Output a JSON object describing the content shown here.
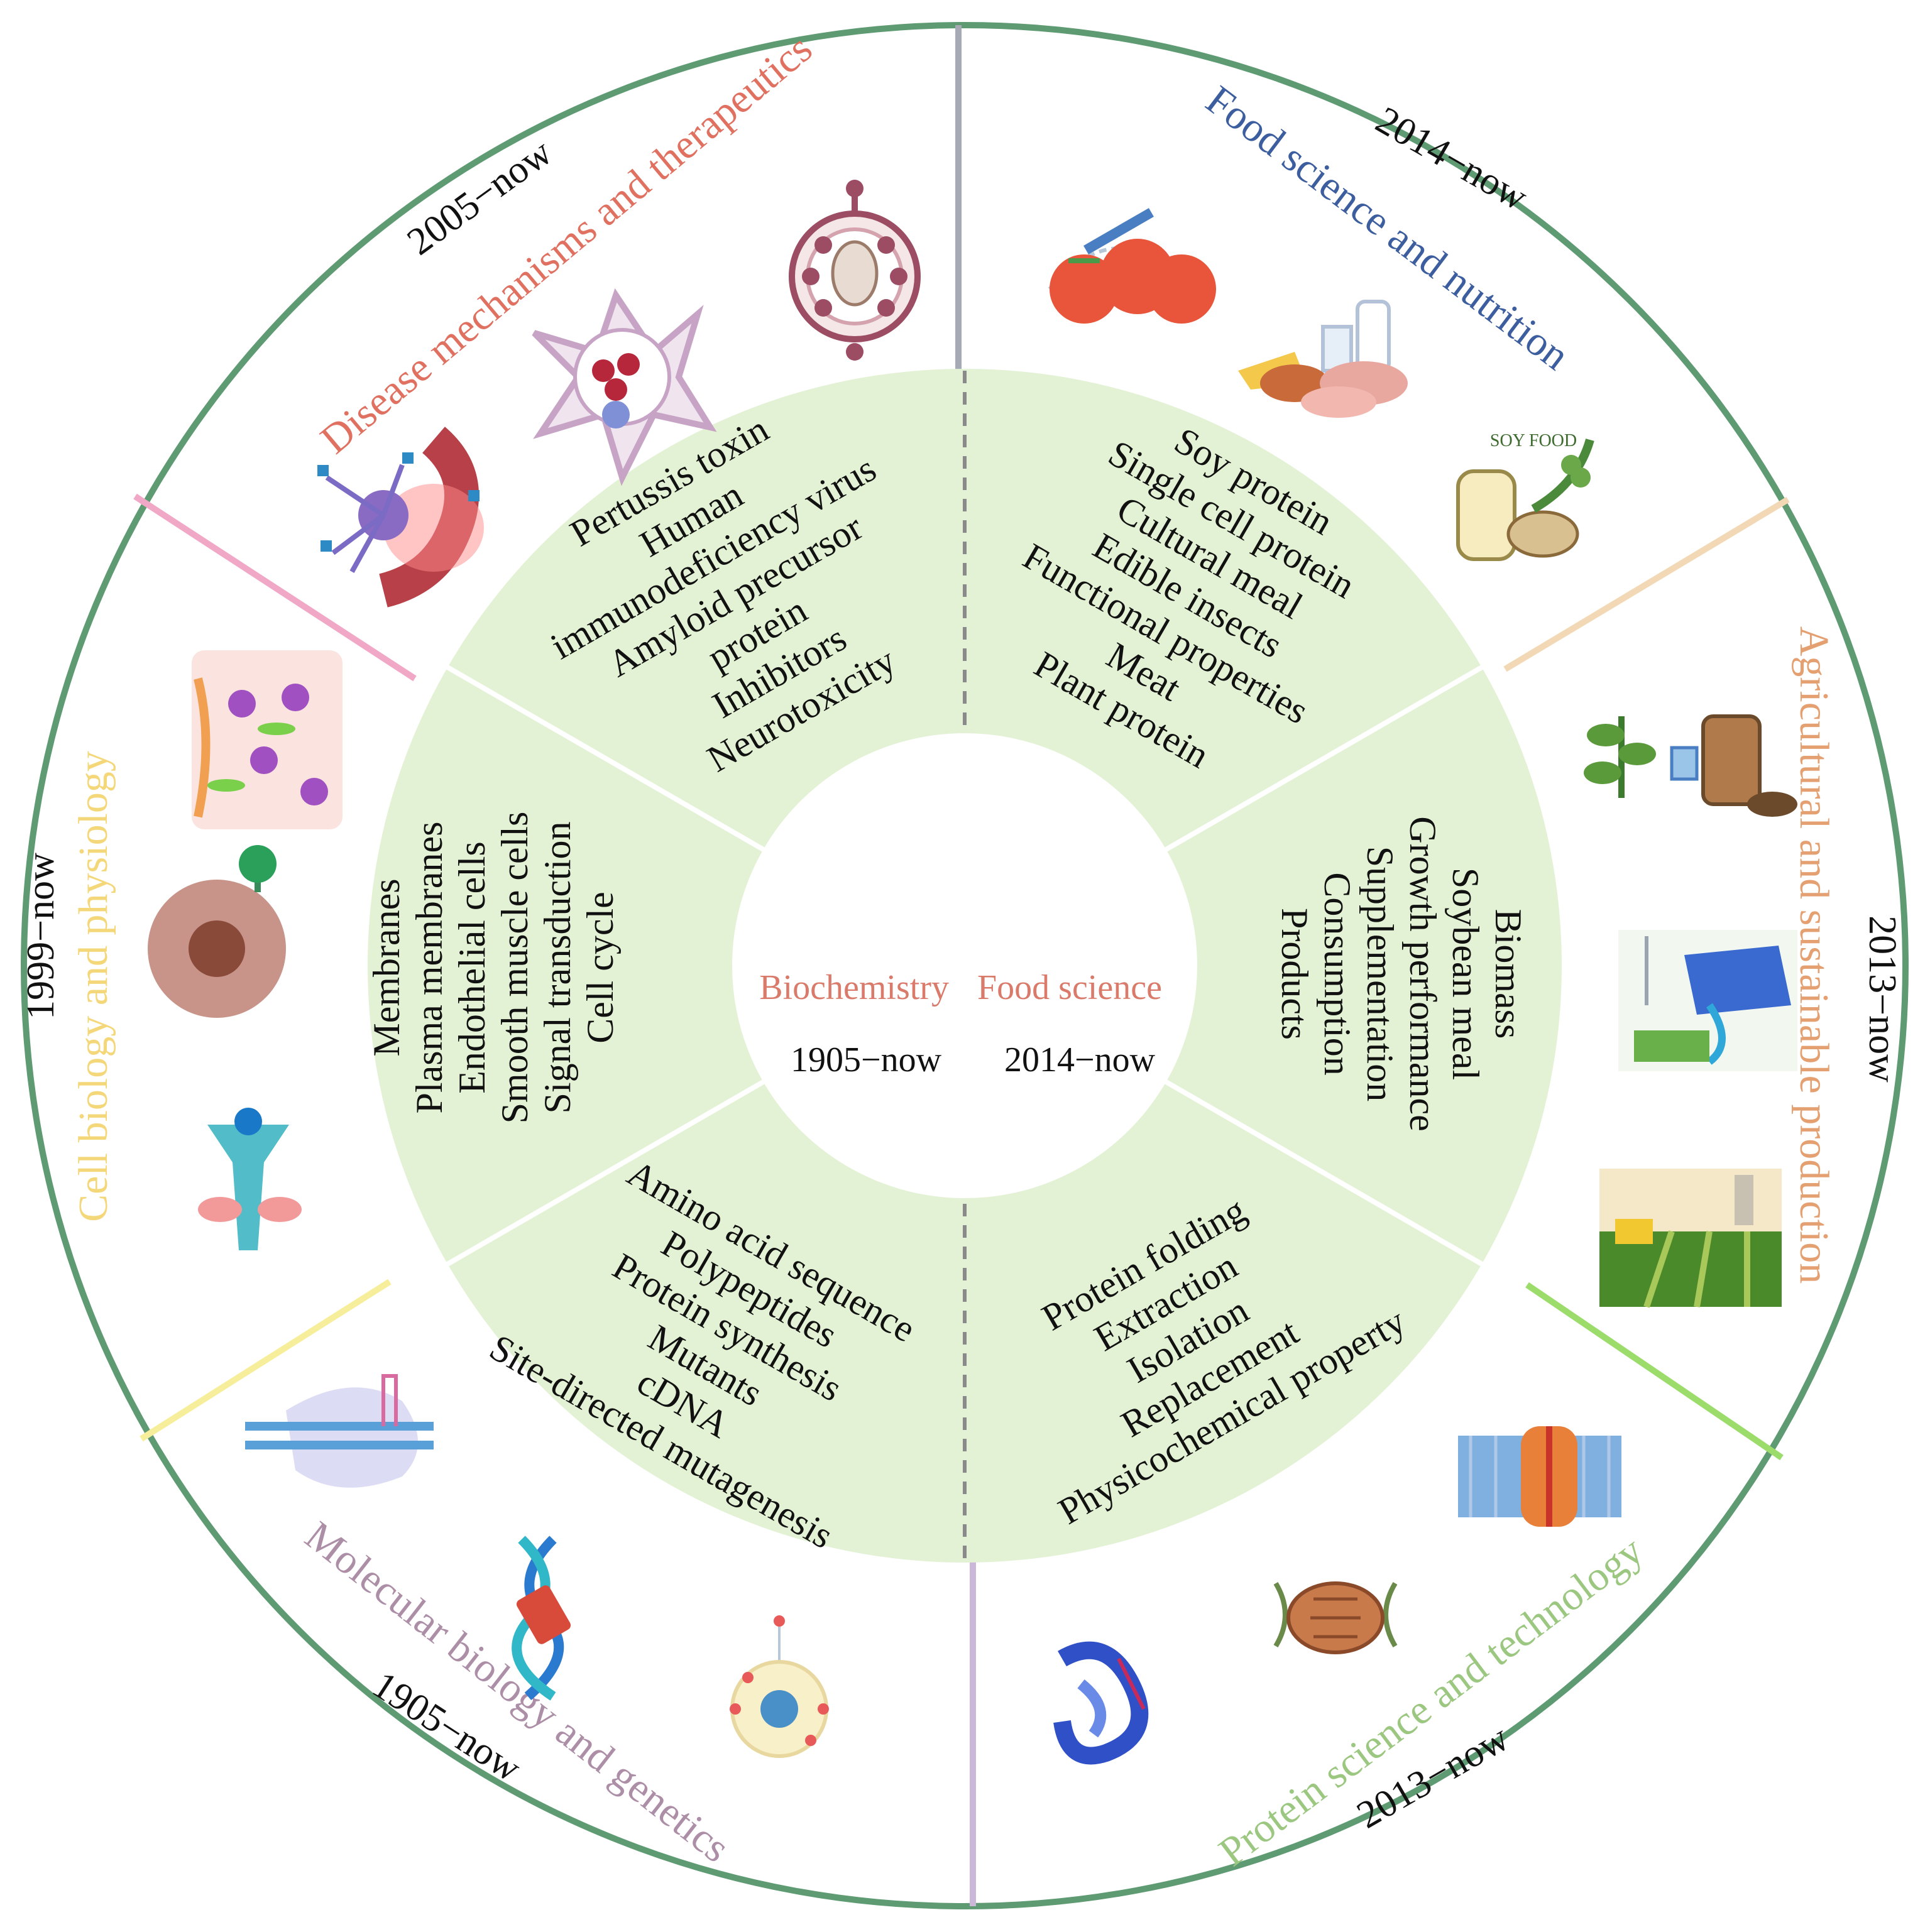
{
  "colors": {
    "outer_ring": "#5e9a72",
    "middle_ring": "#e3f2d5",
    "divider_white": "#ffffff",
    "vertical_top": "#a6aab4",
    "vertical_bottom": "#cbb7d7",
    "disease": "#e07060",
    "food": "#3d5e9e",
    "agri": "#e4a070",
    "protein": "#9bc780",
    "molecular": "#ad8ea7",
    "cell": "#f4d778",
    "pink_divider": "#f0a8c6",
    "tan_divider": "#f2d8b5",
    "green_divider": "#9bdc6a",
    "yellow_divider": "#f7ee9c",
    "center_title": "#d97a6a"
  },
  "center": {
    "left_title": "Biochemistry",
    "left_date": "1905−now",
    "right_title": "Food science",
    "right_date": "2014−now"
  },
  "categories": {
    "disease": {
      "title": "Disease mechanisms and therapeutics",
      "date": "2005−now"
    },
    "food": {
      "title": "Food science and nutrition",
      "date": "2014−now"
    },
    "agri": {
      "title": "Agricultural and sustainable production",
      "date": "2013−now"
    },
    "protein": {
      "title": "Protein science and technology",
      "date": "2013−now"
    },
    "molecular": {
      "title": "Molecular biology and genetics",
      "date": "1905−now"
    },
    "cell": {
      "title": "Cell biology and physiology",
      "date": "1999−now"
    }
  },
  "keywords": {
    "disease": [
      "Pertussis toxin",
      "Human",
      "immunodeficiency virus",
      "Amyloid precursor",
      "protein",
      "Inhibitors",
      "Neurotoxicity"
    ],
    "food": [
      "Soy protein",
      "Single cell protein",
      "Cultural meal",
      "Edible insects",
      "Functional properties",
      "Meat",
      "Plant protein"
    ],
    "cell": [
      "Membranes",
      "Plasma membranes",
      "Endothelial cells",
      "Smooth muscle cells",
      "Signal transduction",
      "Cell cycle"
    ],
    "agri": [
      "Biomass",
      "Soybean meal",
      "Growth performance",
      "Supplementation",
      "Consumption",
      "Products"
    ],
    "molecular": [
      "Amino acid sequence",
      "Polypeptides",
      "Protein synthesis",
      "Mutants",
      "cDNA",
      "Site-directed mutagenesis"
    ],
    "protein": [
      "Protein folding",
      "Extraction",
      "Isolation",
      "Replacement",
      "Physicochemical property"
    ]
  },
  "icons": {
    "disease": [
      "virus-icon",
      "immune-cell-icon",
      "neuron-blood-vessel-icon"
    ],
    "food": [
      "tomato-lab-icon",
      "dairy-meat-icon",
      "soy-food-icon"
    ],
    "food_label": "SOY FOOD",
    "agri": [
      "plant-bioreactor-icon",
      "renewable-energy-icon",
      "farm-field-icon"
    ],
    "protein": [
      "membrane-channel-icon",
      "bread-wheat-icon",
      "protein-structure-icon"
    ],
    "molecular": [
      "dna-replication-icon",
      "dna-helix-icon",
      "nanoparticle-icon"
    ],
    "cell": [
      "tissue-cells-icon",
      "cell-receptor-icon",
      "membrane-receptor-icon"
    ]
  }
}
